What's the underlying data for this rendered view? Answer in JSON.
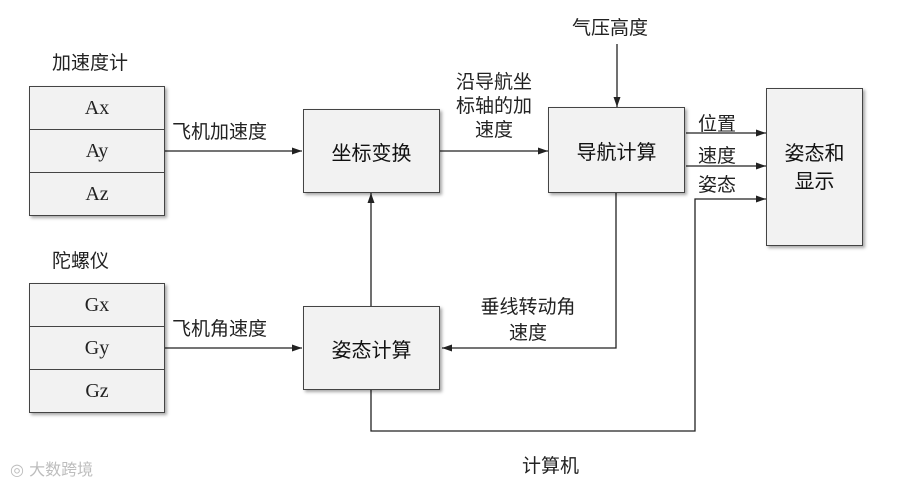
{
  "accelerometer": {
    "title": "加速度计",
    "axes": [
      "Ax",
      "Ay",
      "Az"
    ]
  },
  "gyroscope": {
    "title": "陀螺仪",
    "axes": [
      "Gx",
      "Gy",
      "Gz"
    ]
  },
  "blocks": {
    "coord_transform": "坐标变换",
    "nav_calc": "导航计算",
    "attitude_calc": "姿态计算",
    "display": "姿态和\n显示"
  },
  "labels": {
    "aircraft_accel": "飞机加速度",
    "aircraft_angular_rate": "飞机角速度",
    "nav_axis_accel": "沿导航坐\n标轴的加\n速度",
    "baro_altitude": "气压高度",
    "position": "位置",
    "velocity": "速度",
    "attitude": "姿态",
    "vertical_rot_rate": "垂线转动角\n速度",
    "computer": "计算机"
  },
  "watermark": "大数跨境"
}
